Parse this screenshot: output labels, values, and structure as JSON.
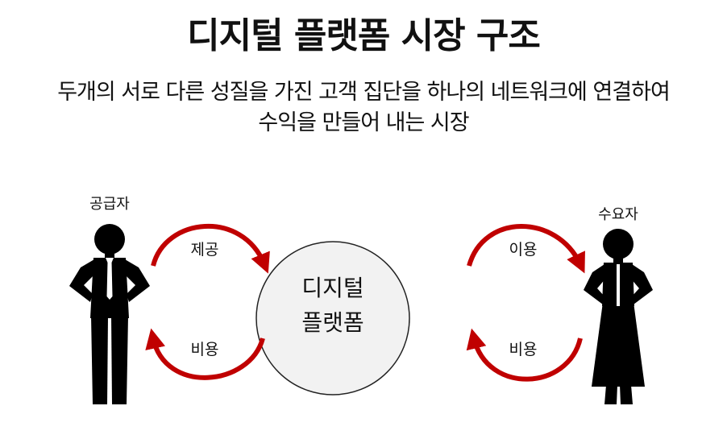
{
  "title": "디지털 플랫폼 시장 구조",
  "subtitle": {
    "line1": "두개의 서로 다른 성질을 가진 고객 집단을 하나의 네트워크에 연결하여",
    "line2": "수익을 만들어 내는 시장"
  },
  "diagram": {
    "supplier_label": "공급자",
    "consumer_label": "수요자",
    "platform_line1": "디지털",
    "platform_line2": "플랫폼",
    "supplier_to_platform": "제공",
    "platform_to_supplier": "비용",
    "consumer_to_platform": "이용",
    "platform_to_consumer": "비용",
    "arrow_color": "#c00000",
    "circle_fill": "#f2f2f2"
  }
}
